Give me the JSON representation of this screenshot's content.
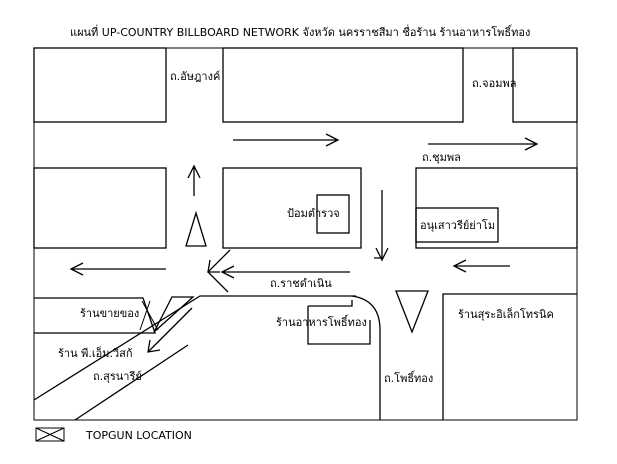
{
  "map": {
    "title": "แผนที่ UP-COUNTRY BILLBOARD NETWORK จังหวัด นครราชสีมา ชื่อร้าน ร้านอาหารโพธิ์ทอง",
    "roads": {
      "assadang": "ถ.อัษฎางค์",
      "jompol_top": "ถ.จอมพล",
      "chumphol": "ถ.ชุมพล",
      "ratchadamnoen": "ถ.ราชดำเนิน",
      "suranaree": "ถ.สุรนารีย์",
      "phothong": "ถ.โพธิ์ทอง"
    },
    "places": {
      "police_box": "ป้อมตำรวจ",
      "monument": "อนุเสาวรีย์ย่าโม",
      "gold_shop": "ร้านขายของ",
      "pm_vision": "ร้าน พี.เอ็ม.วิสก้",
      "restaurant": "ร้านอาหารโพธิ์ทอง",
      "electronics": "ร้านสุระอิเล็กโทรนิค"
    },
    "legend": {
      "label": "TOPGUN LOCATION",
      "icon": "crossed-box-icon"
    }
  }
}
